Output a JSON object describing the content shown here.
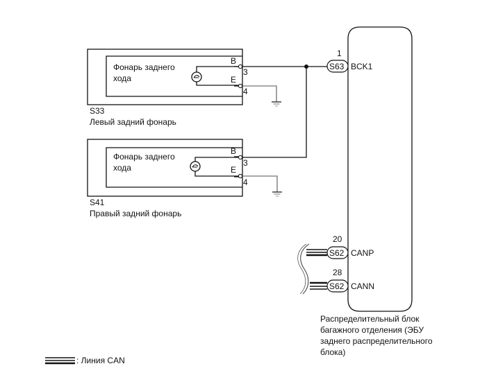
{
  "diagram": {
    "left_lamp": {
      "connector": "S33",
      "name": "Левый задний фонарь",
      "component_line1": "Фонарь заднего",
      "component_line2": "хода",
      "terminal_b": "B",
      "terminal_e": "E",
      "pin_b": "3",
      "pin_e": "4"
    },
    "right_lamp": {
      "connector": "S41",
      "name": "Правый задний фонарь",
      "component_line1": "Фонарь заднего",
      "component_line2": "хода",
      "terminal_b": "B",
      "terminal_e": "E",
      "pin_b": "3",
      "pin_e": "4"
    },
    "ecu": {
      "name_line1": "Распределительный блок",
      "name_line2": "багажного отделения (ЭБУ",
      "name_line3": "заднего распределительного",
      "name_line4": "блока)",
      "pins": [
        {
          "pin": "1",
          "connector": "S63",
          "signal": "BCK1"
        },
        {
          "pin": "20",
          "connector": "S62",
          "signal": "CANP"
        },
        {
          "pin": "28",
          "connector": "S62",
          "signal": "CANN"
        }
      ]
    },
    "legend": {
      "can_line_label": ": Линия CAN"
    },
    "colors": {
      "line": "#111111",
      "ground_wire": "#8a8a8a"
    }
  }
}
